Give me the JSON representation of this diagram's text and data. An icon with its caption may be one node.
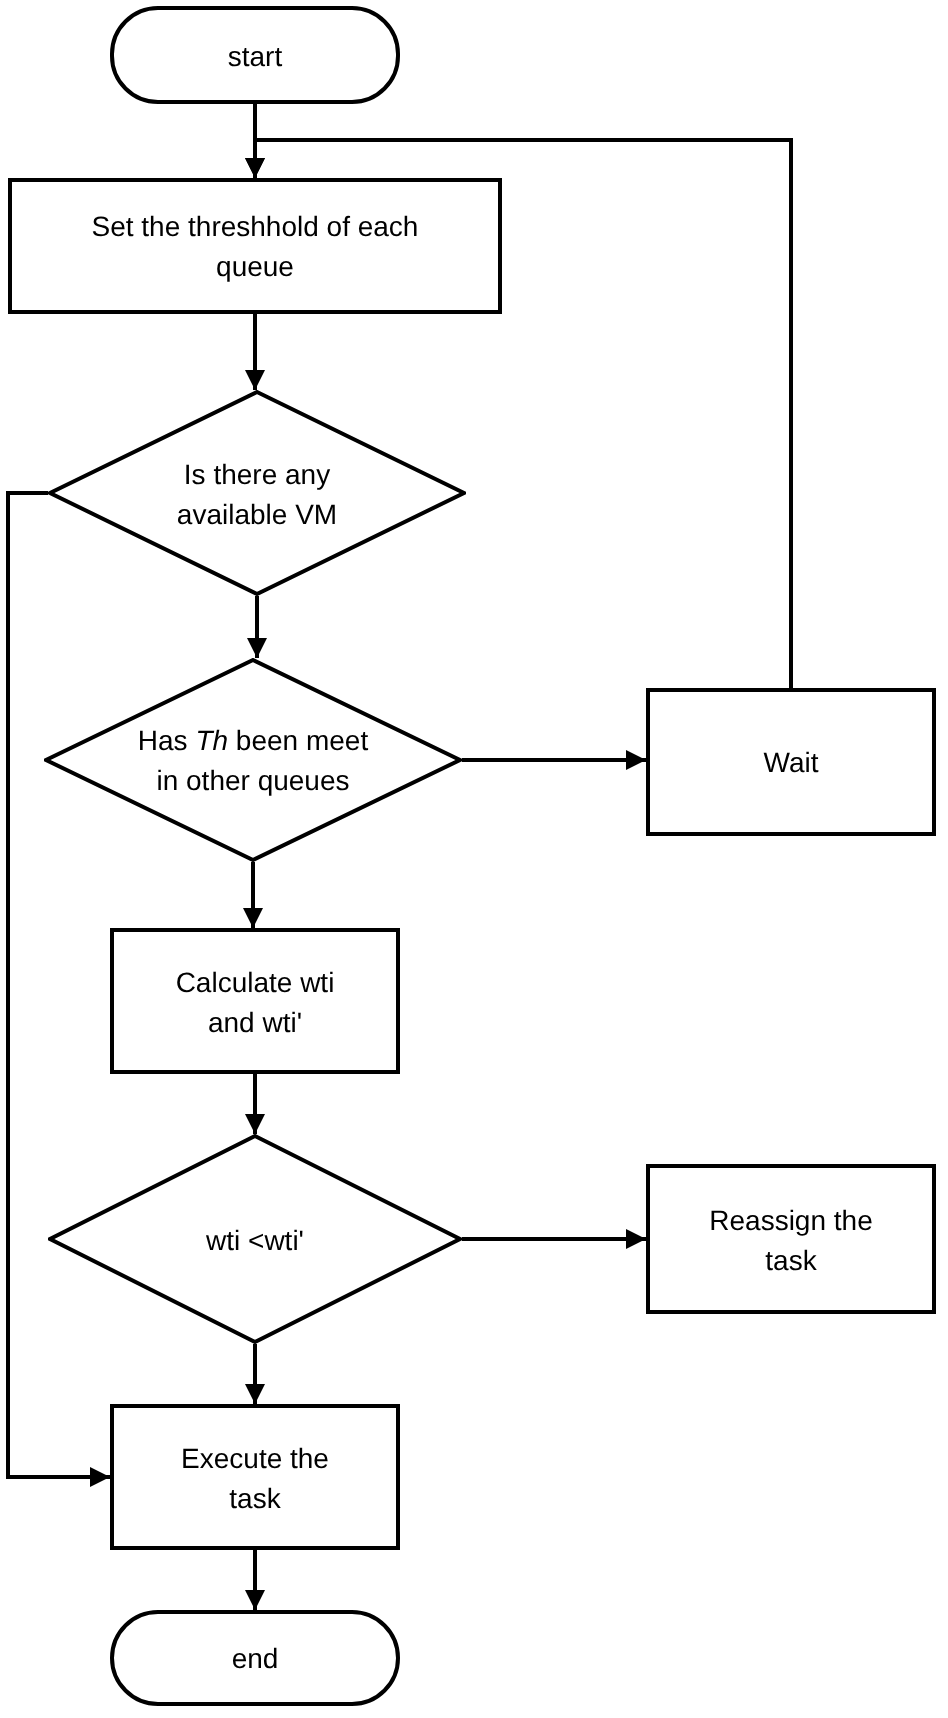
{
  "diagram": {
    "nodes": [
      {
        "text": [
          "start"
        ]
      },
      {
        "text": [
          "Set the threshhold of each queue"
        ]
      },
      {
        "text": [
          "Is there any available VM"
        ]
      },
      {
        "text": [
          "Has *Th* been meet in other queues"
        ]
      },
      {
        "text": [
          "Wait"
        ]
      },
      {
        "text": [
          "Calculate wti and wti'"
        ]
      },
      {
        "text": [
          "wti <wti'"
        ]
      },
      {
        "text": [
          "Reassign the task"
        ]
      },
      {
        "text": [
          "Execute the task"
        ]
      },
      {
        "text": [
          "end"
        ]
      }
    ],
    "edges": [
      {
        "from": 0,
        "to": 1,
        "arrow": "to"
      },
      {
        "from": 1,
        "to": 2,
        "arrow": "to"
      },
      {
        "from": 2,
        "to": 3,
        "arrow": "to"
      },
      {
        "from": 3,
        "to": 4,
        "arrow": "to"
      },
      {
        "from": 4,
        "to": 1,
        "arrow": "to"
      },
      {
        "from": 2,
        "to": 8,
        "arrow": "to"
      },
      {
        "from": 3,
        "to": 5,
        "arrow": "to"
      },
      {
        "from": 5,
        "to": 6,
        "arrow": "to"
      },
      {
        "from": 6,
        "to": 7,
        "arrow": "to"
      },
      {
        "from": 6,
        "to": 8,
        "arrow": "to"
      },
      {
        "from": 8,
        "to": 9,
        "arrow": "to"
      }
    ]
  }
}
